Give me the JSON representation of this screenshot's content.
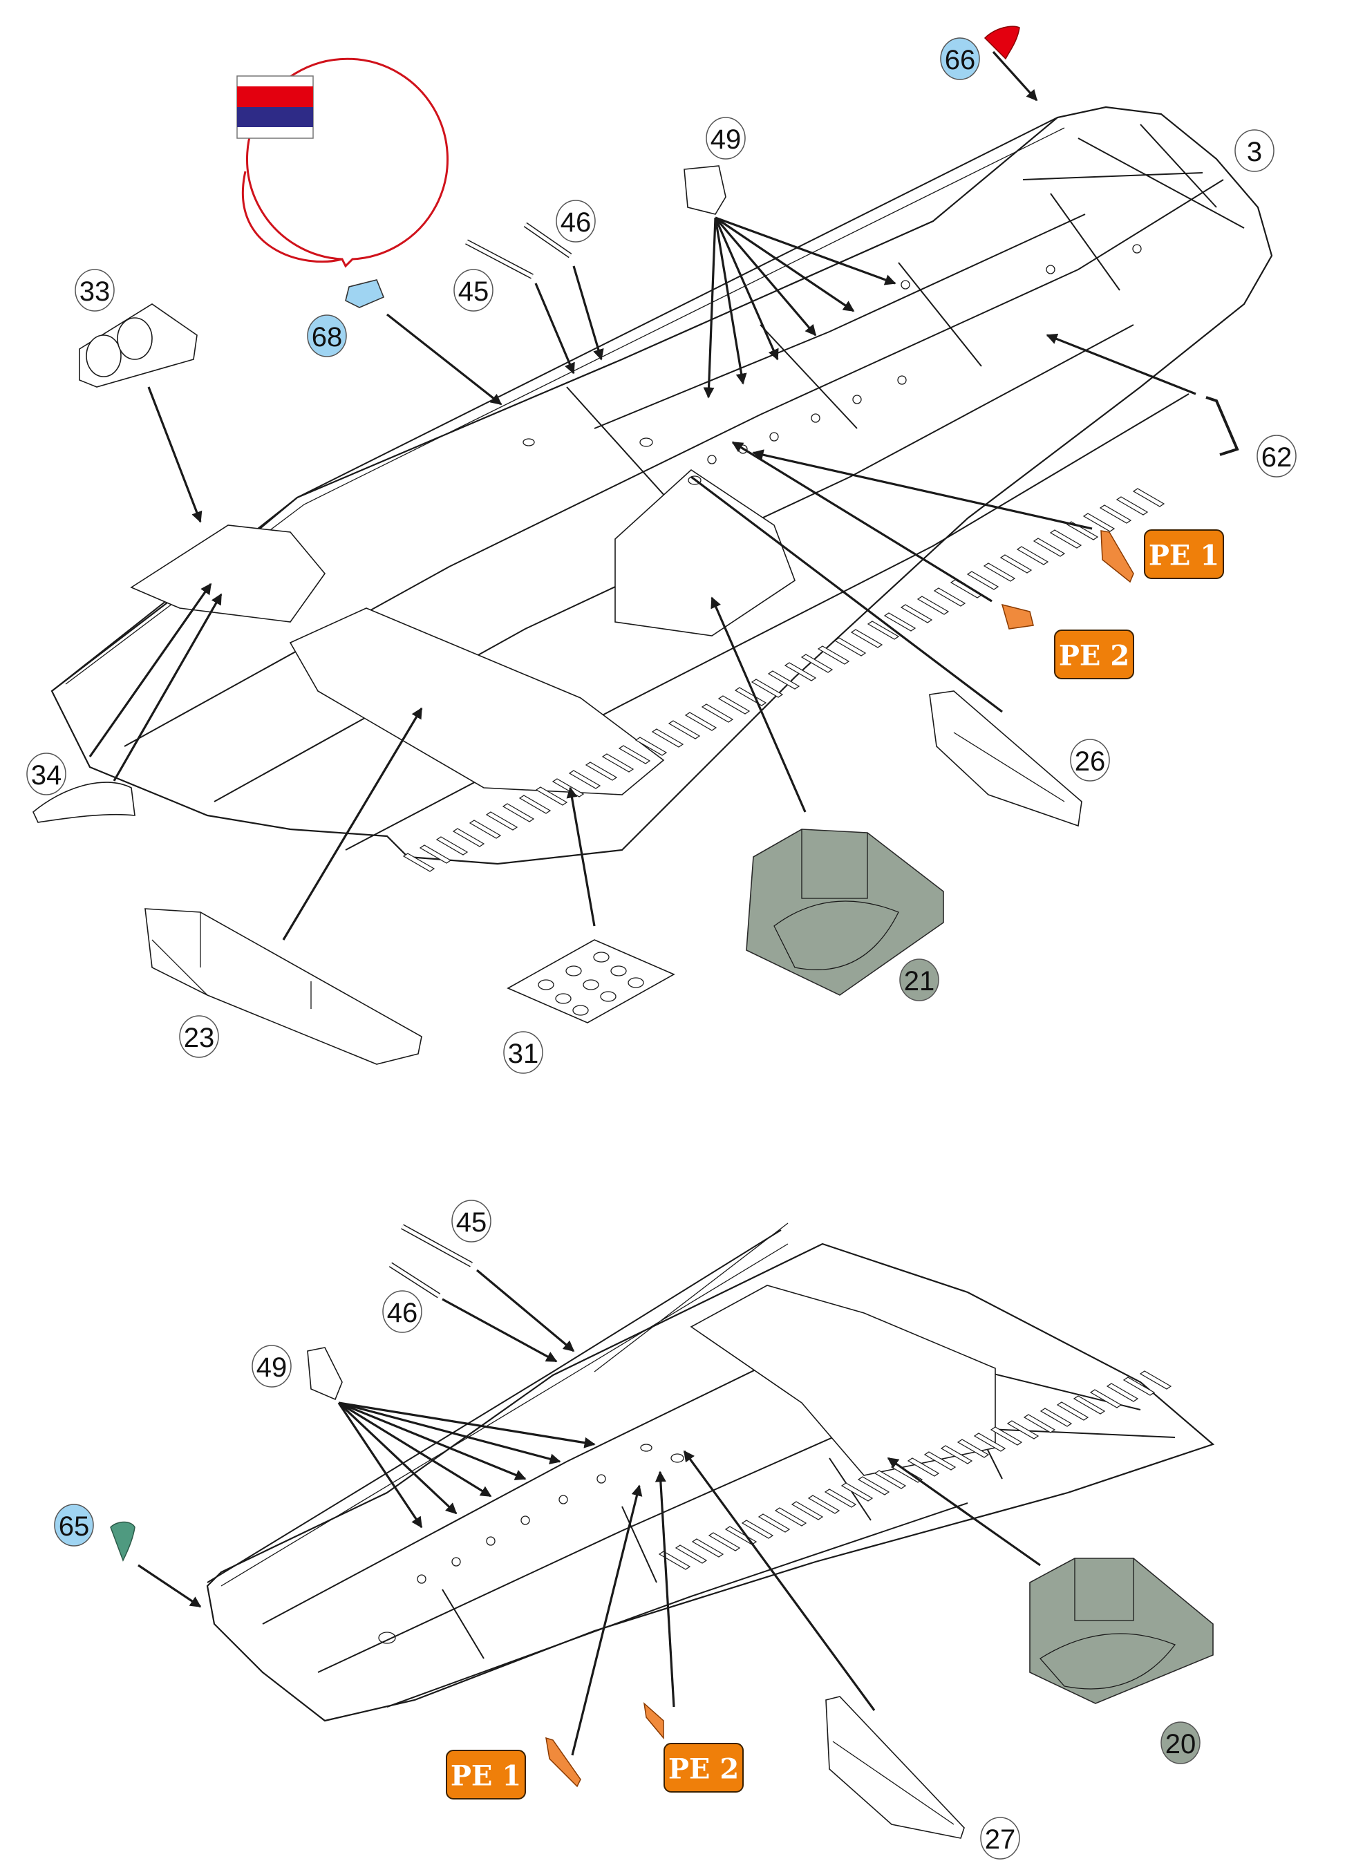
{
  "diagram": {
    "type": "exploded-assembly-instructions",
    "subject": "aircraft wing underside assembly (two wing halves)",
    "colors": {
      "callout_outline": "#555555",
      "clear_part_callout": "#9fd4f2",
      "grey_part_callout": "#97a497",
      "photo_etch_badge": "#ef7f0a",
      "photo_etch_part": "#f08a3c",
      "nav_light_red": "#e3000f",
      "nav_light_green": "#4f9a80",
      "paint_detail_circle": "#d0121b",
      "flag_red": "#e3000f",
      "flag_blue": "#2e2b87",
      "grey_component": "#97a497"
    },
    "paint_detail": {
      "label": "paint-detail-inset",
      "bands": [
        "white",
        "red",
        "blue",
        "white"
      ]
    },
    "top_section": {
      "callouts": [
        {
          "id": "c66",
          "label": "66",
          "style": "clear"
        },
        {
          "id": "c3",
          "label": "3",
          "style": "plain"
        },
        {
          "id": "c49",
          "label": "49",
          "style": "plain"
        },
        {
          "id": "c46",
          "label": "46",
          "style": "plain"
        },
        {
          "id": "c45",
          "label": "45",
          "style": "plain"
        },
        {
          "id": "c33",
          "label": "33",
          "style": "plain"
        },
        {
          "id": "c68",
          "label": "68",
          "style": "clear"
        },
        {
          "id": "c62",
          "label": "62",
          "style": "plain"
        },
        {
          "id": "c34",
          "label": "34",
          "style": "plain"
        },
        {
          "id": "c26",
          "label": "26",
          "style": "plain"
        },
        {
          "id": "c21",
          "label": "21",
          "style": "grey"
        },
        {
          "id": "c23",
          "label": "23",
          "style": "plain"
        },
        {
          "id": "c31",
          "label": "31",
          "style": "plain"
        }
      ],
      "pe_badges": [
        {
          "id": "pe1",
          "label": "PE 1"
        },
        {
          "id": "pe2",
          "label": "PE 2"
        }
      ]
    },
    "bottom_section": {
      "callouts": [
        {
          "id": "c45b",
          "label": "45",
          "style": "plain"
        },
        {
          "id": "c46b",
          "label": "46",
          "style": "plain"
        },
        {
          "id": "c49b",
          "label": "49",
          "style": "plain"
        },
        {
          "id": "c65",
          "label": "65",
          "style": "clear"
        },
        {
          "id": "c20",
          "label": "20",
          "style": "grey"
        },
        {
          "id": "c27",
          "label": "27",
          "style": "plain"
        }
      ],
      "pe_badges": [
        {
          "id": "pe1b",
          "label": "PE 1"
        },
        {
          "id": "pe2b",
          "label": "PE 2"
        }
      ]
    }
  }
}
